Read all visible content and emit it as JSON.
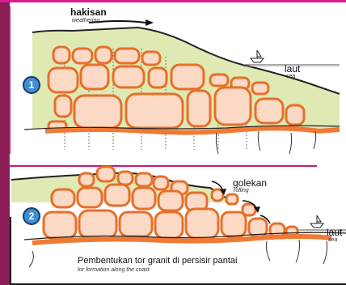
{
  "diagram": {
    "stage1": {
      "number": "1",
      "weathering_label": "hakisan",
      "weathering_sub": "weathering",
      "sea_label": "laut",
      "sea_sub": "sea"
    },
    "stage2": {
      "number": "2",
      "rolling_label": "golekan",
      "rolling_sub": "rolling",
      "sea_label": "laut",
      "sea_sub": "sea"
    },
    "caption": "Pembentukan tor granit di persisir pantai",
    "caption_sub": "tor formation along the coast",
    "colors": {
      "frame_magenta": "#c8197a",
      "soil_green": "#dfe9b4",
      "boulder_fill": "#fbd9c4",
      "boulder_stroke": "#e5702a",
      "bedrock_orange": "#ef7a36",
      "badge_blue": "#3f8fd2"
    }
  }
}
